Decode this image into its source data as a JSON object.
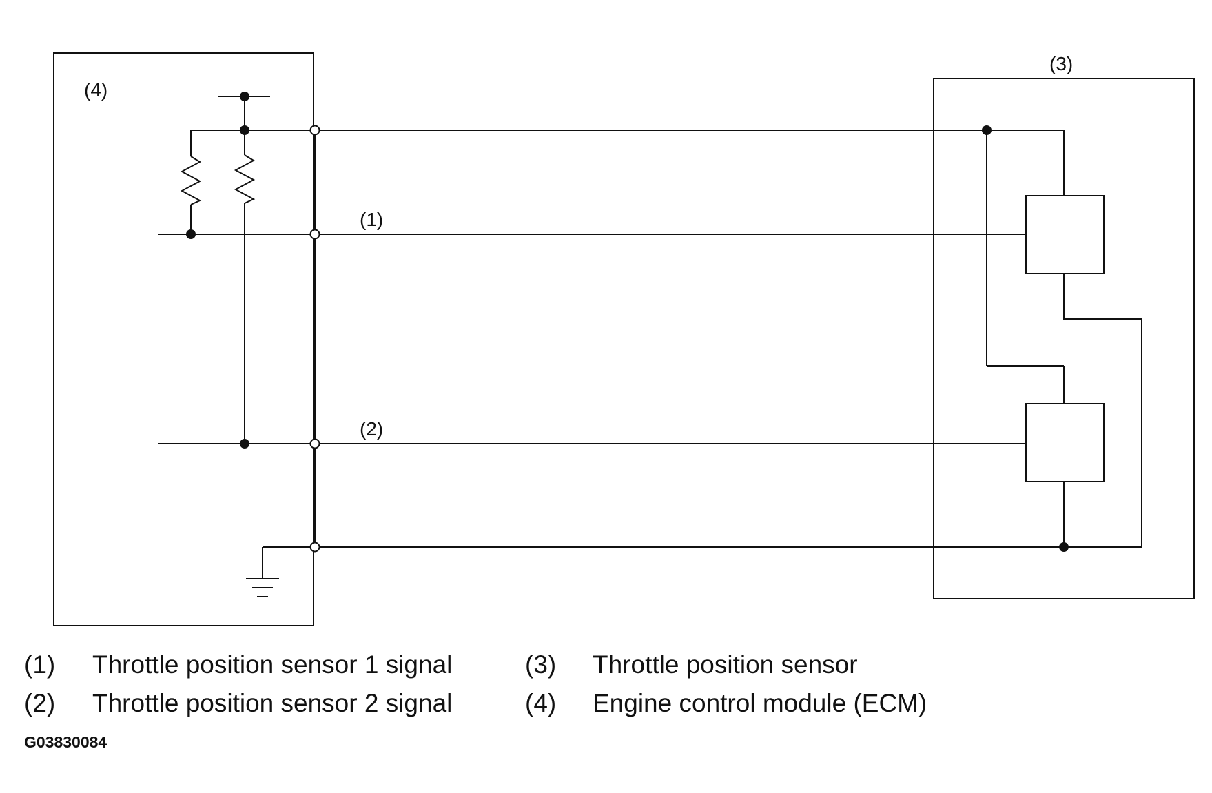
{
  "labels": {
    "ecm": "(4)",
    "sensor": "(3)",
    "signal1": "(1)",
    "signal2": "(2)"
  },
  "legend": [
    {
      "num": "(1)",
      "text": "Throttle position sensor 1 signal"
    },
    {
      "num": "(2)",
      "text": "Throttle position sensor 2 signal"
    },
    {
      "num": "(3)",
      "text": "Throttle position sensor"
    },
    {
      "num": "(4)",
      "text": "Engine control module (ECM)"
    }
  ],
  "figure_code": "G03830084"
}
